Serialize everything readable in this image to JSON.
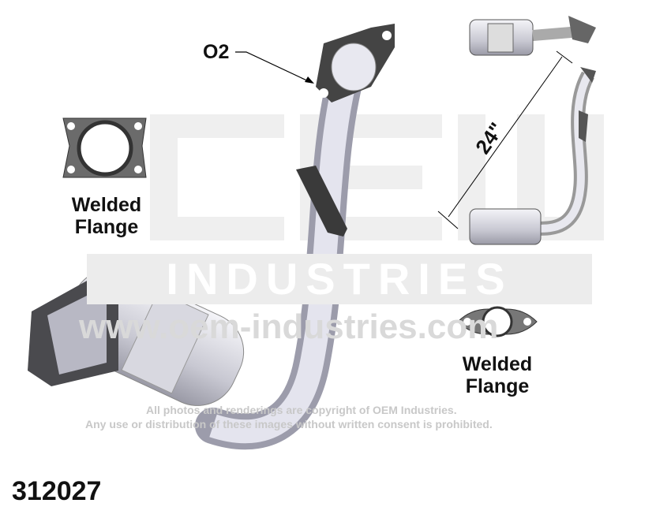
{
  "watermark": {
    "logo": "OEM",
    "industries": "INDUSTRIES",
    "url": "www.oem-industries.com",
    "copyright_line1": "All photos and renderings are copyright of OEM Industries.",
    "copyright_line2": "Any use or distribution of these images without written consent is prohibited."
  },
  "labels": {
    "o2": "O2",
    "dimension": "24\"",
    "left_flange_line1": "Welded",
    "left_flange_line2": "Flange",
    "right_flange_line1": "Welded",
    "right_flange_line2": "Flange",
    "part_number": "312027"
  }
}
